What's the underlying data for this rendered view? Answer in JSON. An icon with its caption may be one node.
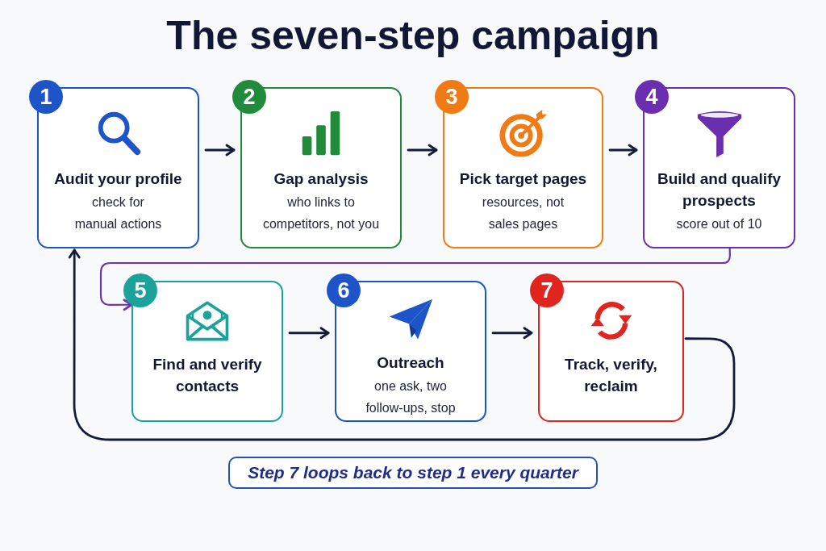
{
  "diagram": {
    "title": "The seven-step campaign",
    "nodes": [
      {
        "text": [
          "1",
          "Audit your profile",
          "check for manual actions"
        ]
      },
      {
        "text": [
          "2",
          "Gap analysis",
          "who links to competitors, not you"
        ]
      },
      {
        "text": [
          "3",
          "Pick target pages",
          "resources, not sales pages"
        ]
      },
      {
        "text": [
          "4",
          "Build and qualify prospects",
          "score out of 10"
        ]
      },
      {
        "text": [
          "5",
          "Find and verify contacts"
        ]
      },
      {
        "text": [
          "6",
          "Outreach",
          "one ask, two follow-ups, stop"
        ]
      },
      {
        "text": [
          "7",
          "Track, verify, reclaim"
        ]
      },
      {
        "text": [
          "Step 7 loops back to step 1 every quarter"
        ]
      }
    ],
    "edges": [
      {
        "from": 0,
        "to": 1,
        "arrow": "to"
      },
      {
        "from": 1,
        "to": 2,
        "arrow": "to"
      },
      {
        "from": 2,
        "to": 3,
        "arrow": "to"
      },
      {
        "from": 3,
        "to": 4,
        "arrow": "to",
        "color": "#6b35b5"
      },
      {
        "from": 4,
        "to": 5,
        "arrow": "to"
      },
      {
        "from": 5,
        "to": 6,
        "arrow": "to"
      },
      {
        "from": 6,
        "to": 0,
        "arrow": "to"
      }
    ]
  }
}
